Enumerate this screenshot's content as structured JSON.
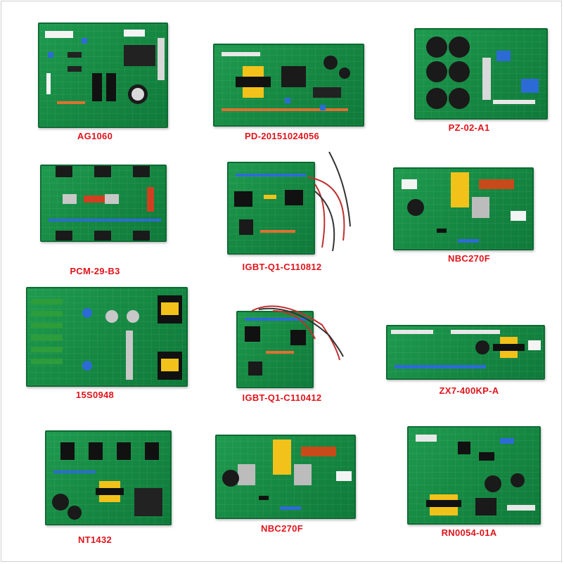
{
  "products": [
    {
      "code": "AG1060"
    },
    {
      "code": "PD-20151024056"
    },
    {
      "code": "PZ-02-A1"
    },
    {
      "code": "PCM-29-B3"
    },
    {
      "code": "IGBT-Q1-C110812"
    },
    {
      "code": "NBC270F"
    },
    {
      "code": "15S0948"
    },
    {
      "code": "IGBT-Q1-C110412"
    },
    {
      "code": "ZX7-400KP-A"
    },
    {
      "code": "NT1432"
    },
    {
      "code": "NBC270F"
    },
    {
      "code": "RN0054-01A"
    }
  ],
  "colors": {
    "pcb": "#168a43",
    "caption": "#e0141b",
    "transformer": "#f2c21a",
    "capacitor": "#1a1a1a",
    "relay": "#2c6bd6"
  }
}
